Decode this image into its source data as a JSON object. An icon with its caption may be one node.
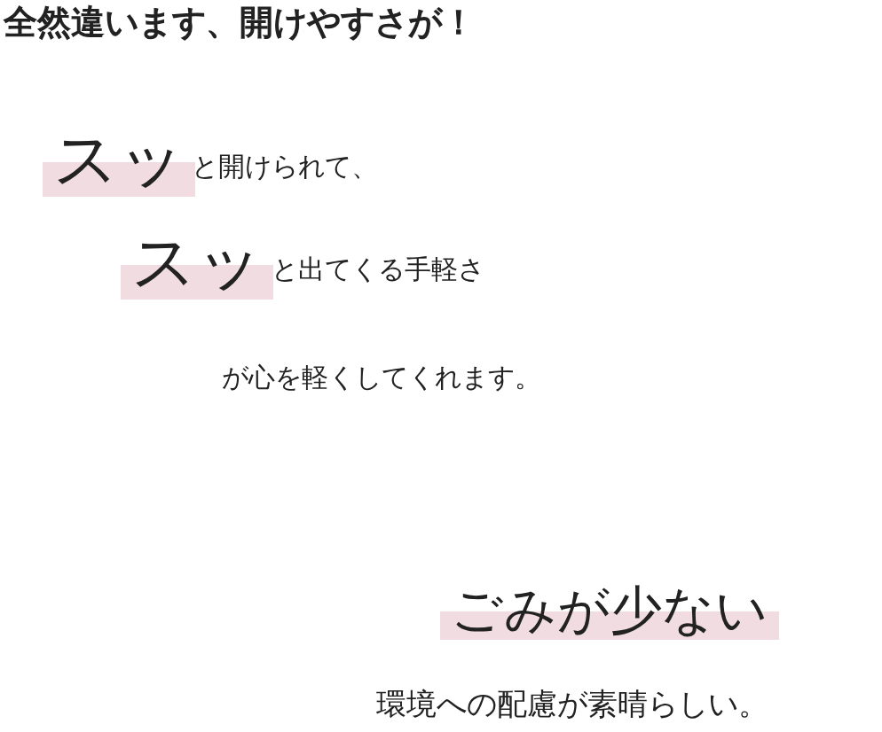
{
  "diagram": {
    "title": "全然違います、開けやすさが！",
    "labels": [
      "スッ",
      "と開けられて、",
      "スッ",
      "と出てくる手軽さ",
      "が心を軽くしてくれます。",
      "ごみが少ない",
      "環境への配慮が素晴らしい。"
    ]
  }
}
